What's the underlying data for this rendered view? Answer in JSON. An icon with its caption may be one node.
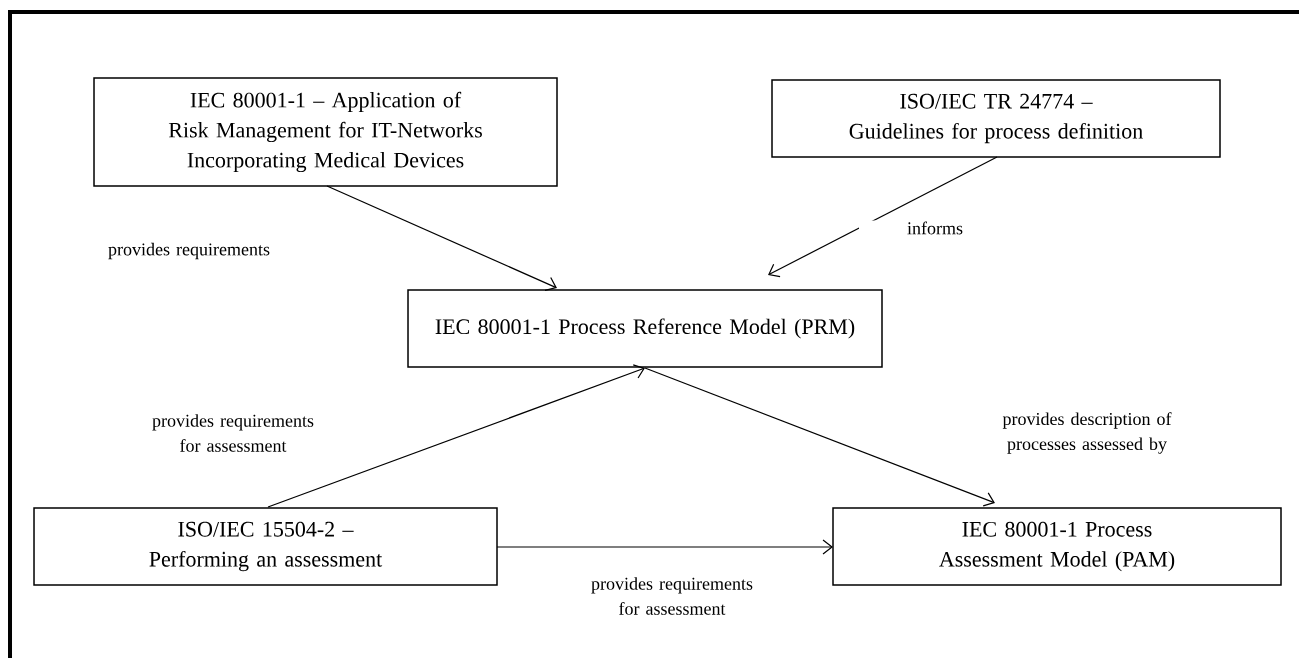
{
  "diagram": {
    "nodes": [
      {
        "text": [
          "IEC 80001-1 – Application of Risk Management for IT-Networks Incorporating Medical Devices"
        ]
      },
      {
        "text": [
          "ISO/IEC TR 24774 – Guidelines for process definition"
        ]
      },
      {
        "text": [
          "IEC 80001-1 Process Reference Model (PRM)"
        ]
      },
      {
        "text": [
          "ISO/IEC 15504-2 – Performing an assessment"
        ]
      },
      {
        "text": [
          "IEC 80001-1 Process Assessment Model (PAM)"
        ]
      }
    ],
    "edges": [
      {
        "from": 0,
        "to": 2,
        "arrow": "to",
        "label": "provides requirements"
      },
      {
        "from": 1,
        "to": 2,
        "arrow": "to",
        "label": "informs"
      },
      {
        "from": 3,
        "to": 2,
        "arrow": "to",
        "label": "provides requirements for assessment"
      },
      {
        "from": 2,
        "to": 4,
        "arrow": "to",
        "label": "provides description of processes assessed by"
      },
      {
        "from": 3,
        "to": 4,
        "arrow": "to",
        "label": "provides requirements for assessment"
      }
    ]
  }
}
